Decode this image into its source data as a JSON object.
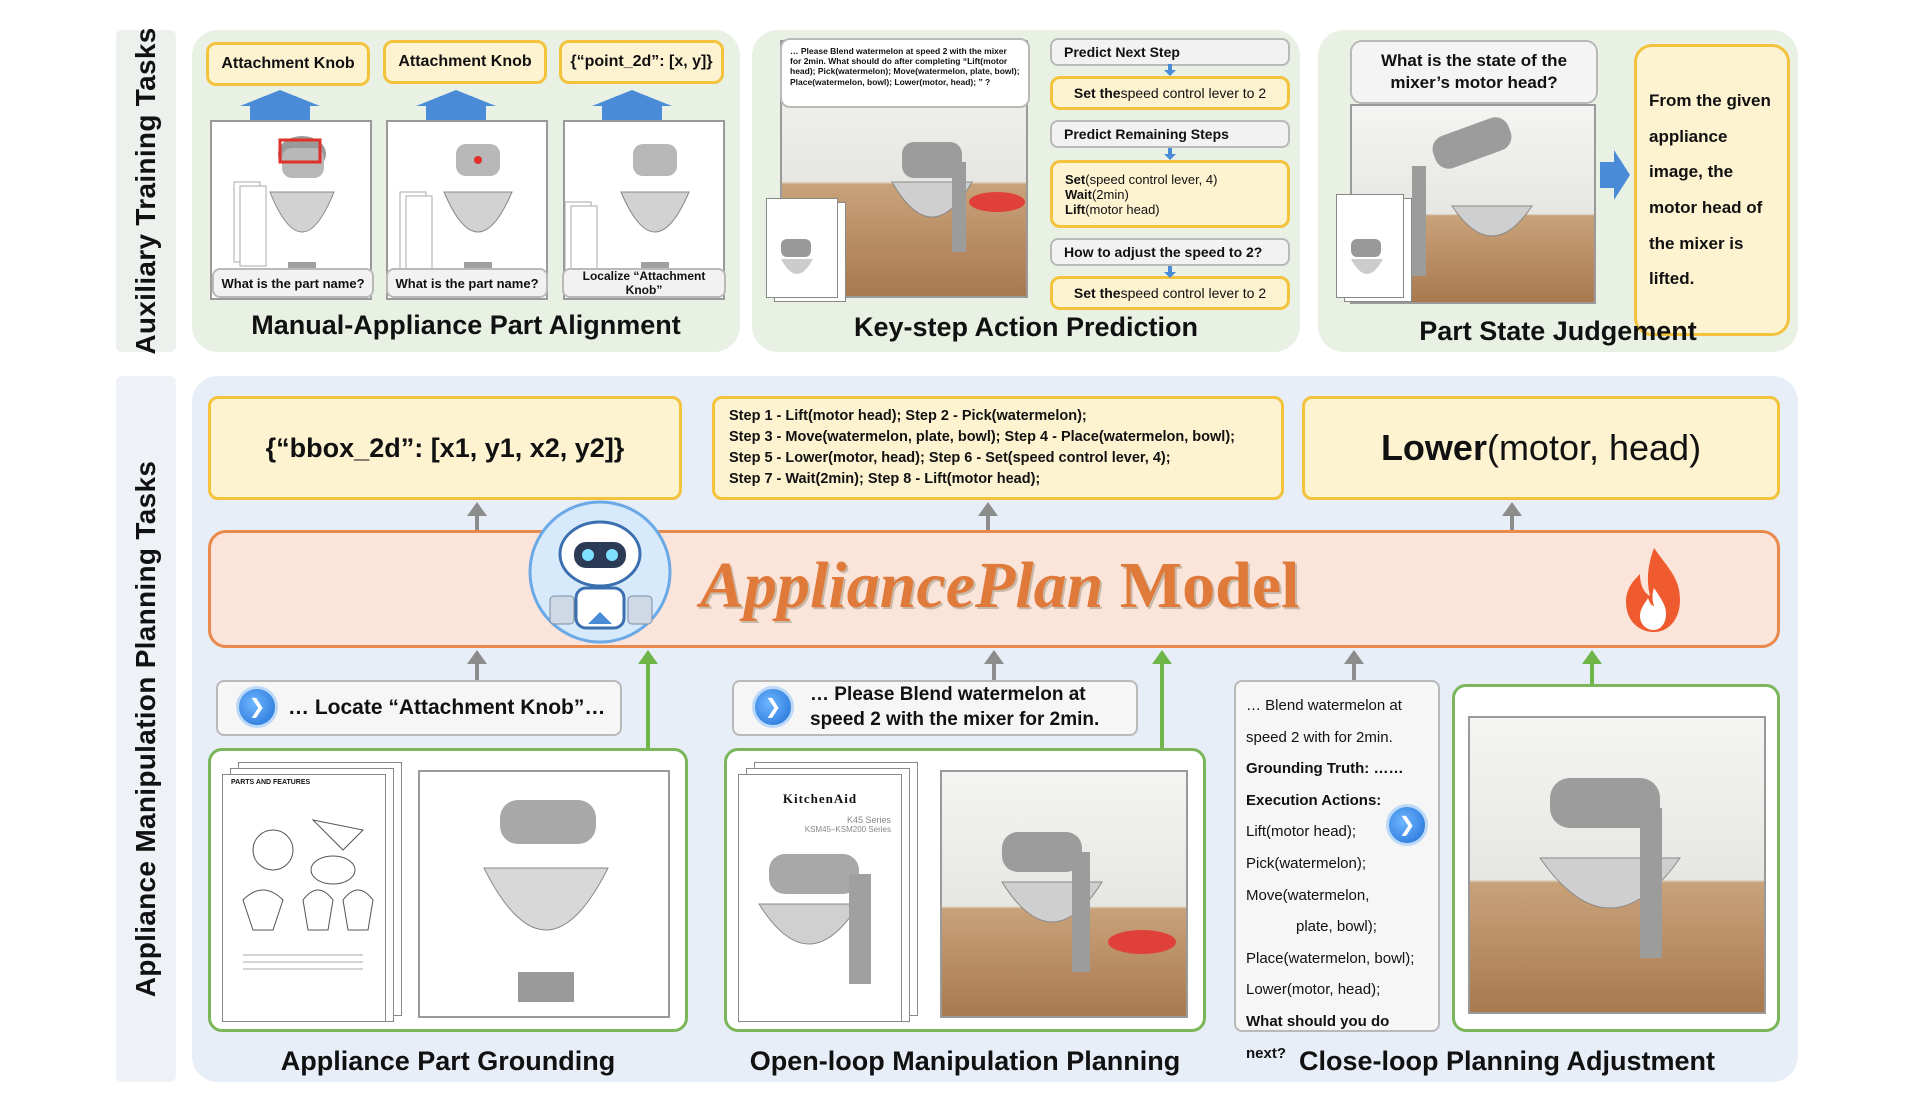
{
  "side_labels": {
    "top": "Auxiliary Training Tasks",
    "bottom": "Appliance Manipulation Planning Tasks"
  },
  "aux": {
    "alignment": {
      "caption": "Manual-Appliance Part Alignment",
      "outputs": [
        "Attachment Knob",
        "Attachment Knob",
        "{“point_2d”: [x, y]}"
      ],
      "questions": [
        "What is the part name?",
        "What is the part name?",
        "Localize “Attachment Knob”"
      ]
    },
    "keystep": {
      "caption": "Key-step Action Prediction",
      "prompt": "… Please Blend watermelon at speed 2 with the mixer for 2min. What should do after completing “Lift(motor head); Pick(watermelon); Move(watermelon, plate, bowl); Place(watermelon, bowl); Lower(motor, head); ” ?",
      "q1": "Predict Next Step",
      "a1_bold": "Set the",
      "a1_rest": " speed control lever to 2",
      "q2": "Predict Remaining Steps",
      "a2_lines": [
        {
          "bold": "Set",
          "rest": "(speed control lever, 4)"
        },
        {
          "bold": "Wait",
          "rest": "(2min)"
        },
        {
          "bold": "Lift",
          "rest": "(motor head)"
        }
      ],
      "q3": "How to adjust the speed to 2?",
      "a3_bold": "Set the",
      "a3_rest": " speed control lever to 2"
    },
    "state": {
      "caption": "Part State Judgement",
      "question": "What is the state of the mixer’s motor head?",
      "answer": "From the given appliance image, the motor head of the mixer is lifted."
    }
  },
  "planning": {
    "out_bbox": "{“bbox_2d”: [x1, y1, x2, y2]}",
    "out_steps": [
      [
        {
          "b": "Step 1 - Lift",
          "r": "(motor head); "
        },
        {
          "b": "Step 2 - Pick",
          "r": "(watermelon);"
        }
      ],
      [
        {
          "b": "Step 3 - Move",
          "r": "(watermelon, plate, bowl); "
        },
        {
          "b": "Step 4 -  Place",
          "r": "(watermelon, bowl);"
        }
      ],
      [
        {
          "b": "Step 5 - Lower",
          "r": "(motor, head); "
        },
        {
          "b": "Step 6 - Set",
          "r": "(speed control lever, 4);"
        }
      ],
      [
        {
          "b": "Step 7 - Wait",
          "r": "(2min); "
        },
        {
          "b": "Step 8 - Lift",
          "r": "(motor head);"
        }
      ]
    ],
    "out_lower_bold": "Lower",
    "out_lower_rest": "(motor, head)",
    "model_name_italic": "AppliancePlan",
    "model_name_rest": " Model",
    "grounding_prompt": "… Locate “Attachment Knob”…",
    "openloop_prompt": "… Please Blend watermelon at speed 2 with the mixer for 2min.",
    "closeloop_lines": [
      {
        "text": "… Blend watermelon at",
        "bold": false
      },
      {
        "text": "speed 2 with for 2min.",
        "bold": false
      },
      {
        "text": "Grounding Truth: ……",
        "bold": true
      },
      {
        "text": "Execution Actions:",
        "bold": true
      },
      {
        "text": "Lift(motor head);",
        "bold": false
      },
      {
        "text": "Pick(watermelon);",
        "bold": false
      },
      {
        "text": "Move(watermelon,",
        "bold": false
      },
      {
        "text": "plate, bowl);",
        "bold": false,
        "indent": true
      },
      {
        "text": "Place(watermelon, bowl);",
        "bold": false
      },
      {
        "text": "Lower(motor, head);",
        "bold": false
      },
      {
        "text": "What should you do next?",
        "bold": true
      }
    ],
    "captions": [
      "Appliance Part Grounding",
      "Open-loop Manipulation Planning",
      "Close-loop Planning Adjustment"
    ],
    "manual_brand": "KitchenAid",
    "manual_series": "K45 Series",
    "manual_series2": "KSM45–KSM200 Series",
    "manual_parts_title": "PARTS AND FEATURES"
  },
  "colors": {
    "yellow_fill": "#fdf3d1",
    "yellow_border": "#f3c33d",
    "model_fill": "#fbe5da",
    "model_border": "#e98a4c",
    "model_text": "#e07a3a",
    "green_arrow": "#6fb54a",
    "gray_arrow": "#8c8c8c"
  }
}
